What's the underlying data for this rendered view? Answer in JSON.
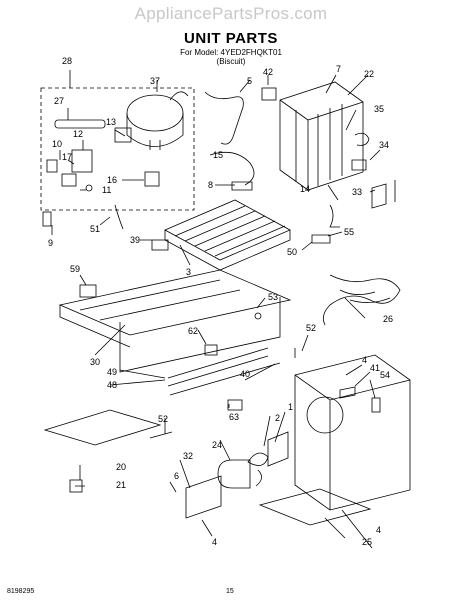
{
  "header": {
    "site": "AppliancePartsPros.com",
    "title": "UNIT PARTS",
    "model_line": "For Model: 4YED2FHQKT01",
    "variant": "(Biscuit)"
  },
  "footer": {
    "doc_number": "8198295",
    "page_number": "15"
  },
  "callouts": [
    "28",
    "37",
    "5",
    "42",
    "7",
    "22",
    "27",
    "12",
    "13",
    "35",
    "10",
    "17",
    "11",
    "15",
    "34",
    "16",
    "8",
    "33",
    "14",
    "51",
    "9",
    "55",
    "39",
    "50",
    "3",
    "59",
    "53",
    "26",
    "62",
    "52",
    "30",
    "49",
    "40",
    "48",
    "4",
    "41",
    "54",
    "1",
    "63",
    "2",
    "52",
    "24",
    "32",
    "20",
    "21",
    "6",
    "4",
    "25",
    "4"
  ]
}
